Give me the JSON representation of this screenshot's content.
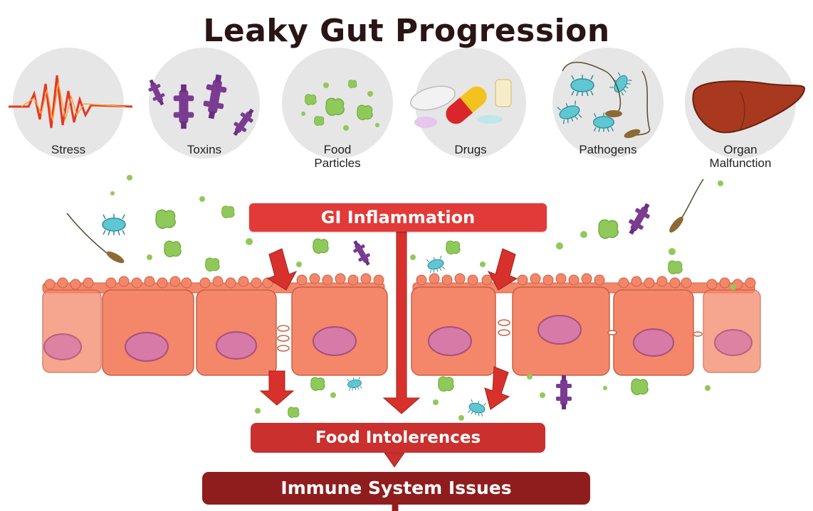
{
  "title": "Leaky Gut Progression",
  "causes": [
    {
      "label": "Stress",
      "icon": "stress-icon"
    },
    {
      "label": "Toxins",
      "icon": "toxins-icon"
    },
    {
      "label": "Food\nParticles",
      "icon": "food-particles-icon"
    },
    {
      "label": "Drugs",
      "icon": "drugs-icon"
    },
    {
      "label": "Pathogens",
      "icon": "pathogens-icon"
    },
    {
      "label": "Organ\nMalfunction",
      "icon": "liver-icon"
    }
  ],
  "flow": {
    "inflammation": "GI Inflammation",
    "intolerances": "Food Intolerences",
    "immune": "Immune System Issues"
  },
  "colors": {
    "title": "#2a1414",
    "inflammation_box": "#e23a38",
    "intolerance_box": "#c9302e",
    "immune_box": "#8f1d1d",
    "cell": "#f4876a",
    "nucleus": "#d87aa8",
    "particle": "#8fc95a",
    "toxin": "#7a3c91",
    "bacteria": "#5fc7d4"
  }
}
